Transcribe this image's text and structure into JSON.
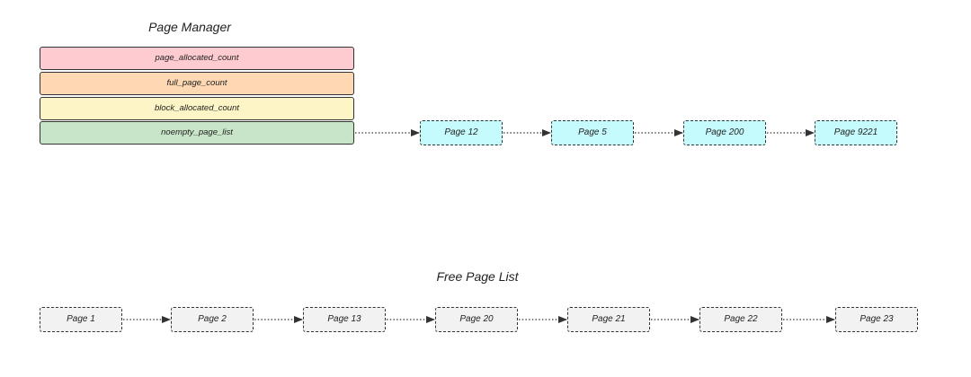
{
  "page_manager": {
    "title": "Page Manager",
    "fields": [
      {
        "label": "page_allocated_count",
        "color": "#fecbd0"
      },
      {
        "label": "full_page_count",
        "color": "#fed8b2"
      },
      {
        "label": "block_allocated_count",
        "color": "#fef5c7"
      },
      {
        "label": "noempty_page_list",
        "color": "#c9e5c9"
      }
    ]
  },
  "noempty_list": {
    "nodes": [
      "Page 12",
      "Page 5",
      "Page 200",
      "Page 9221"
    ],
    "fill": "#c6fbfd"
  },
  "free_list": {
    "title": "Free Page List",
    "nodes": [
      "Page 1",
      "Page 2",
      "Page 13",
      "Page 20",
      "Page 21",
      "Page 22",
      "Page 23"
    ],
    "fill": "#f2f2f2"
  }
}
